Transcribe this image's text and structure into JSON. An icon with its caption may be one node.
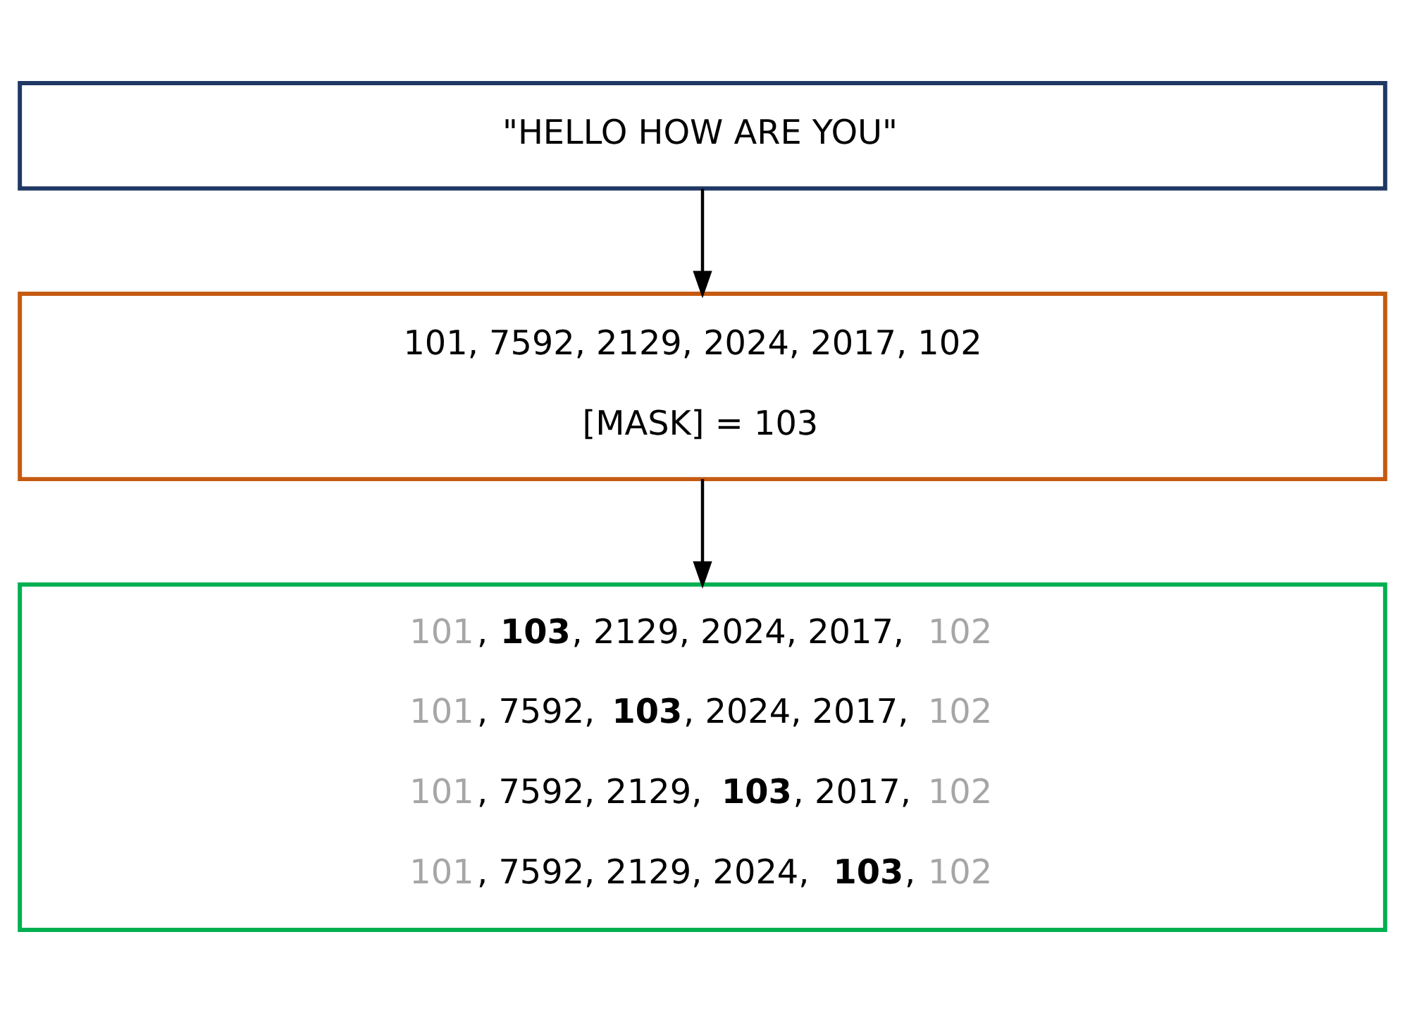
{
  "diagram": {
    "nodes": [
      {
        "text": [
          "\"HELLO HOW ARE YOU\""
        ]
      },
      {
        "text": [
          "101, 7592, 2129, 2024, 2017, 102",
          "[MASK] = 103"
        ]
      },
      {
        "text": [
          "101, **103**, 2129, 2024, 2017, 102",
          "101, 7592, **103**, 2024, 2017, 102",
          "101, 7592, 2129, **103**, 2017, 102",
          "101, 7592, 2129, 2024, **103**, 102"
        ]
      }
    ],
    "edges": [
      {
        "from": 0,
        "to": 1,
        "arrow": "to"
      },
      {
        "from": 1,
        "to": 2,
        "arrow": "to"
      }
    ]
  }
}
